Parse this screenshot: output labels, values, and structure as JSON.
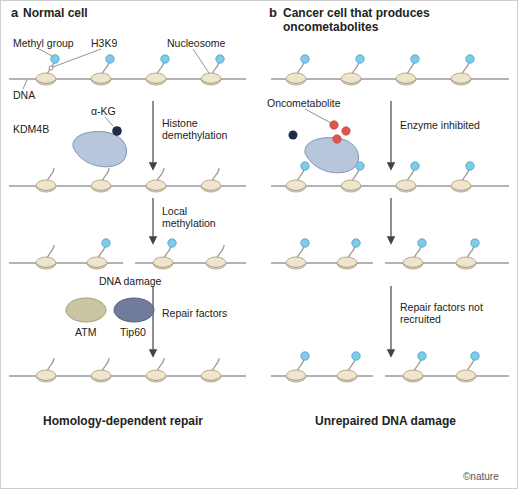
{
  "diagram": {
    "nodes": [
      {
        "text": [
          "KDM4B"
        ]
      },
      {
        "text": [
          "ATM"
        ]
      },
      {
        "text": [
          "Tip60"
        ]
      }
    ],
    "labels": [
      "a",
      "Normal cell",
      "b",
      "Cancer cell that produces oncometabolites",
      "Methyl group",
      "H3K9",
      "Nucleosome",
      "DNA",
      "α-KG",
      "Histone demethylation",
      "Local methylation",
      "DNA damage",
      "Repair factors",
      "Homology-dependent repair",
      "Oncometabolite",
      "Enzyme inhibited",
      "Repair factors not recruited",
      "Unrepaired DNA damage",
      "©nature"
    ]
  }
}
